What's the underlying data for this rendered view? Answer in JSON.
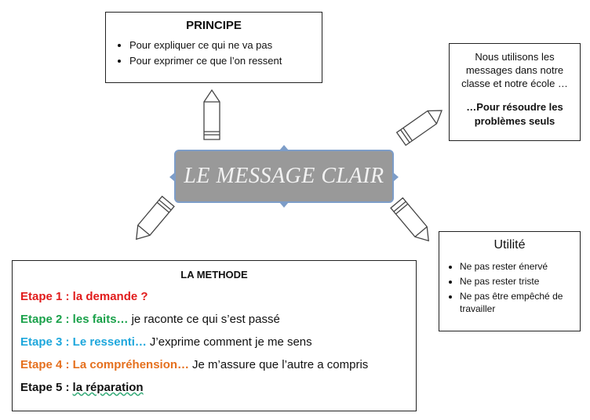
{
  "center": {
    "title": "LE MESSAGE CLAIR"
  },
  "principe": {
    "title": "PRINCIPE",
    "items": [
      "Pour expliquer ce qui ne va pas",
      "Pour exprimer ce que l’on ressent"
    ]
  },
  "nous": {
    "text": "Nous utilisons les messages dans notre classe et notre école …",
    "bold": "…Pour résoudre les problèmes seuls"
  },
  "utilite": {
    "title": "Utilité",
    "items": [
      "Ne pas rester énervé",
      "Ne pas rester triste",
      "Ne pas être empêché de travailler"
    ]
  },
  "methode": {
    "title": "LA METHODE",
    "steps": [
      {
        "label": "Etape 1 : la demande ?",
        "desc": "",
        "color": "#e11b1b"
      },
      {
        "label": "Etape 2 : les faits…",
        "desc": "je raconte ce qui s’est passé",
        "color": "#1aa14a"
      },
      {
        "label": "Etape 3 : Le ressenti…",
        "desc": "J’exprime comment je me sens",
        "color": "#1ea7dc"
      },
      {
        "label": "Etape 4 : La compréhension…",
        "desc": "Je m’assure que l’autre a compris",
        "color": "#e5701e"
      },
      {
        "label": "Etape 5 :",
        "desc": "la réparation",
        "color": "#111111"
      }
    ]
  }
}
